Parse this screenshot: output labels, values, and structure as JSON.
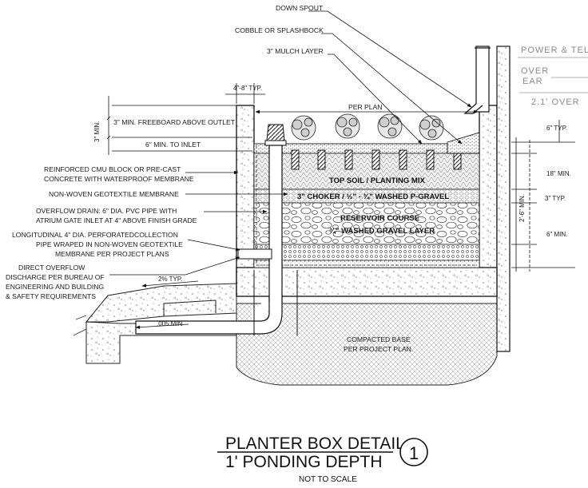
{
  "callouts": {
    "down_spout": "DOWN SPOUT",
    "cobble": "COBBLE OR SPLASHBOCK",
    "mulch": "3\" MULCH LAYER",
    "per_plan": "PER PLAN",
    "wall_typ": "4\"-8\" TYP.",
    "freeboard_vert": "3\" MIN.",
    "freeboard": "3\" MIN. FREEBOARD ABOVE OUTLET",
    "to_inlet": "6\" MIN. TO INLET",
    "cmu_1": "REINFORCED CMU BLOCK OR PRE-CAST",
    "cmu_2": "CONCRETE WITH WATERPROOF MEMBRANE",
    "geotextile": "NON-WOVEN GEOTEXTILE MEMBRANE",
    "overflow_1": "OVERFLOW DRAIN: 6\" DIA. PVC PIPE WITH",
    "overflow_2": "ATRIUM GATE INLET AT 4\" ABOVE FINISH GRADE",
    "collection_1": "LONGITUDINAL 4\" DIA. PERFORATEDCOLLECTION",
    "collection_2": "PIPE WRAPED IN NON-WOVEN GEOTEXTILE",
    "collection_3": "MEMBRANE PER PROJECT PLANS",
    "discharge_1": "DIRECT OVERFLOW",
    "discharge_2": "DISCHARGE PER BUREAU OF",
    "discharge_3": "ENGINEERING AND BUILDING",
    "discharge_4": "& SAFETY REQUIREMENTS",
    "slope_typ": "2% TYP.",
    "slope_min": ".005 MIN",
    "topsoil": "TOP SOIL / PLANTING MIX",
    "choker": "3\" CHOKER / ½\" - ¾\" WASHED P-GRAVEL",
    "reservoir": "RESERVOIR COURSE",
    "gravel": "¾\" WASHED GRAVEL LAYER",
    "compacted_1": "COMPACTED BASE",
    "compacted_2": "PER PROJECT PLAN.",
    "dim_6typ": "6\" TYP.",
    "dim_18": "18\" MIN.",
    "dim_3typ": "3\" TYP.",
    "dim_6min": "6\" MIN.",
    "dim_total": "2'-6\" MIN."
  },
  "ghost_text": {
    "line1": "POWER & TEL",
    "line2": "OVER",
    "line3": "EAR",
    "line4": "2.1' OVER"
  },
  "title_block": {
    "title": "PLANTER BOX DETAIL",
    "subtitle": "1' PONDING DEPTH",
    "scale": "NOT TO SCALE",
    "number": "1"
  }
}
